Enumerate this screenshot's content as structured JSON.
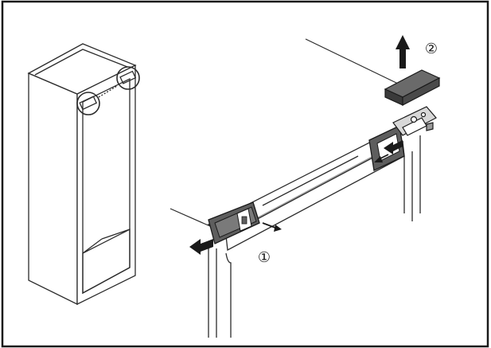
{
  "steps": [
    {
      "number": "①",
      "description": "slide-latches-outward"
    },
    {
      "number": "②",
      "description": "lift-cover-off-hinge"
    }
  ],
  "colors": {
    "frame": "#1a1a1a",
    "line": "#2b2b2b",
    "faint_line": "#9a9a9a",
    "cover_top": "#5a5a5a",
    "cover_side": "#3a3a3a",
    "latch_fill": "#5e5e5e",
    "arrow": "#1a1a1a"
  }
}
